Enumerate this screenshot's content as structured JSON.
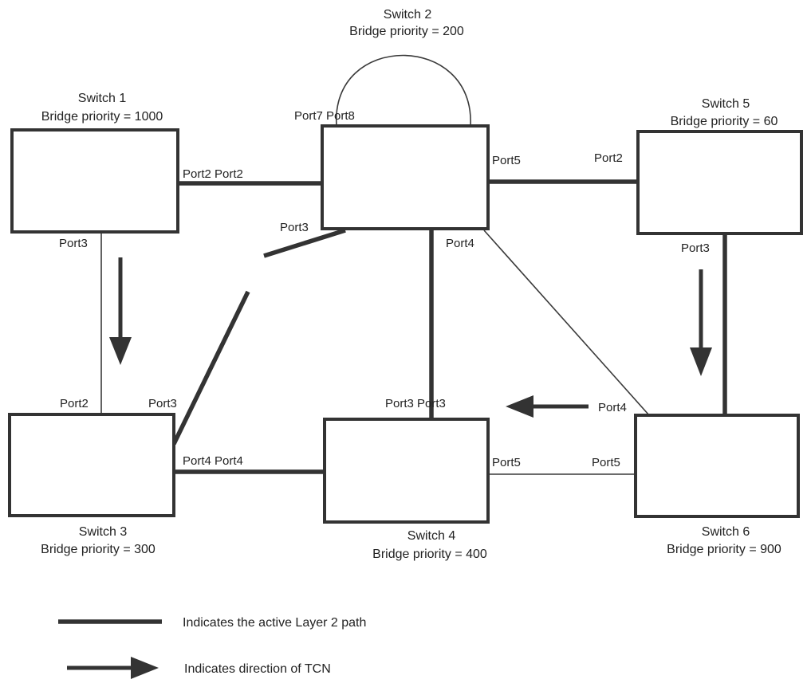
{
  "switches": {
    "s1": {
      "name": "Switch 1",
      "priority": "Bridge priority = 1000"
    },
    "s2": {
      "name": "Switch 2",
      "priority": "Bridge priority = 200"
    },
    "s3": {
      "name": "Switch 3",
      "priority": "Bridge priority = 300"
    },
    "s4": {
      "name": "Switch 4",
      "priority": "Bridge priority = 400"
    },
    "s5": {
      "name": "Switch 5",
      "priority": "Bridge priority = 60"
    },
    "s6": {
      "name": "Switch 6",
      "priority": "Bridge priority = 900"
    }
  },
  "ports": {
    "s1_s2": "Port2 Port2",
    "s2_loop": "Port7 Port8",
    "s2_port3": "Port3",
    "s2_port4": "Port4",
    "s2_port5": "Port5",
    "s5_port2": "Port2",
    "s1_port3": "Port3",
    "s5_port3": "Port3",
    "s3_port2": "Port2",
    "s3_port3": "Port3",
    "s4_top": "Port3 Port3",
    "s6_port4": "Port4",
    "s3_s4": "Port4 Port4",
    "s4_port5": "Port5",
    "s6_port5": "Port5"
  },
  "legend": {
    "active_path": "Indicates the active Layer 2 path",
    "tcn_direction": "Indicates direction of TCN"
  },
  "colors": {
    "line": "#333333",
    "text": "#222222",
    "background": "#ffffff"
  }
}
